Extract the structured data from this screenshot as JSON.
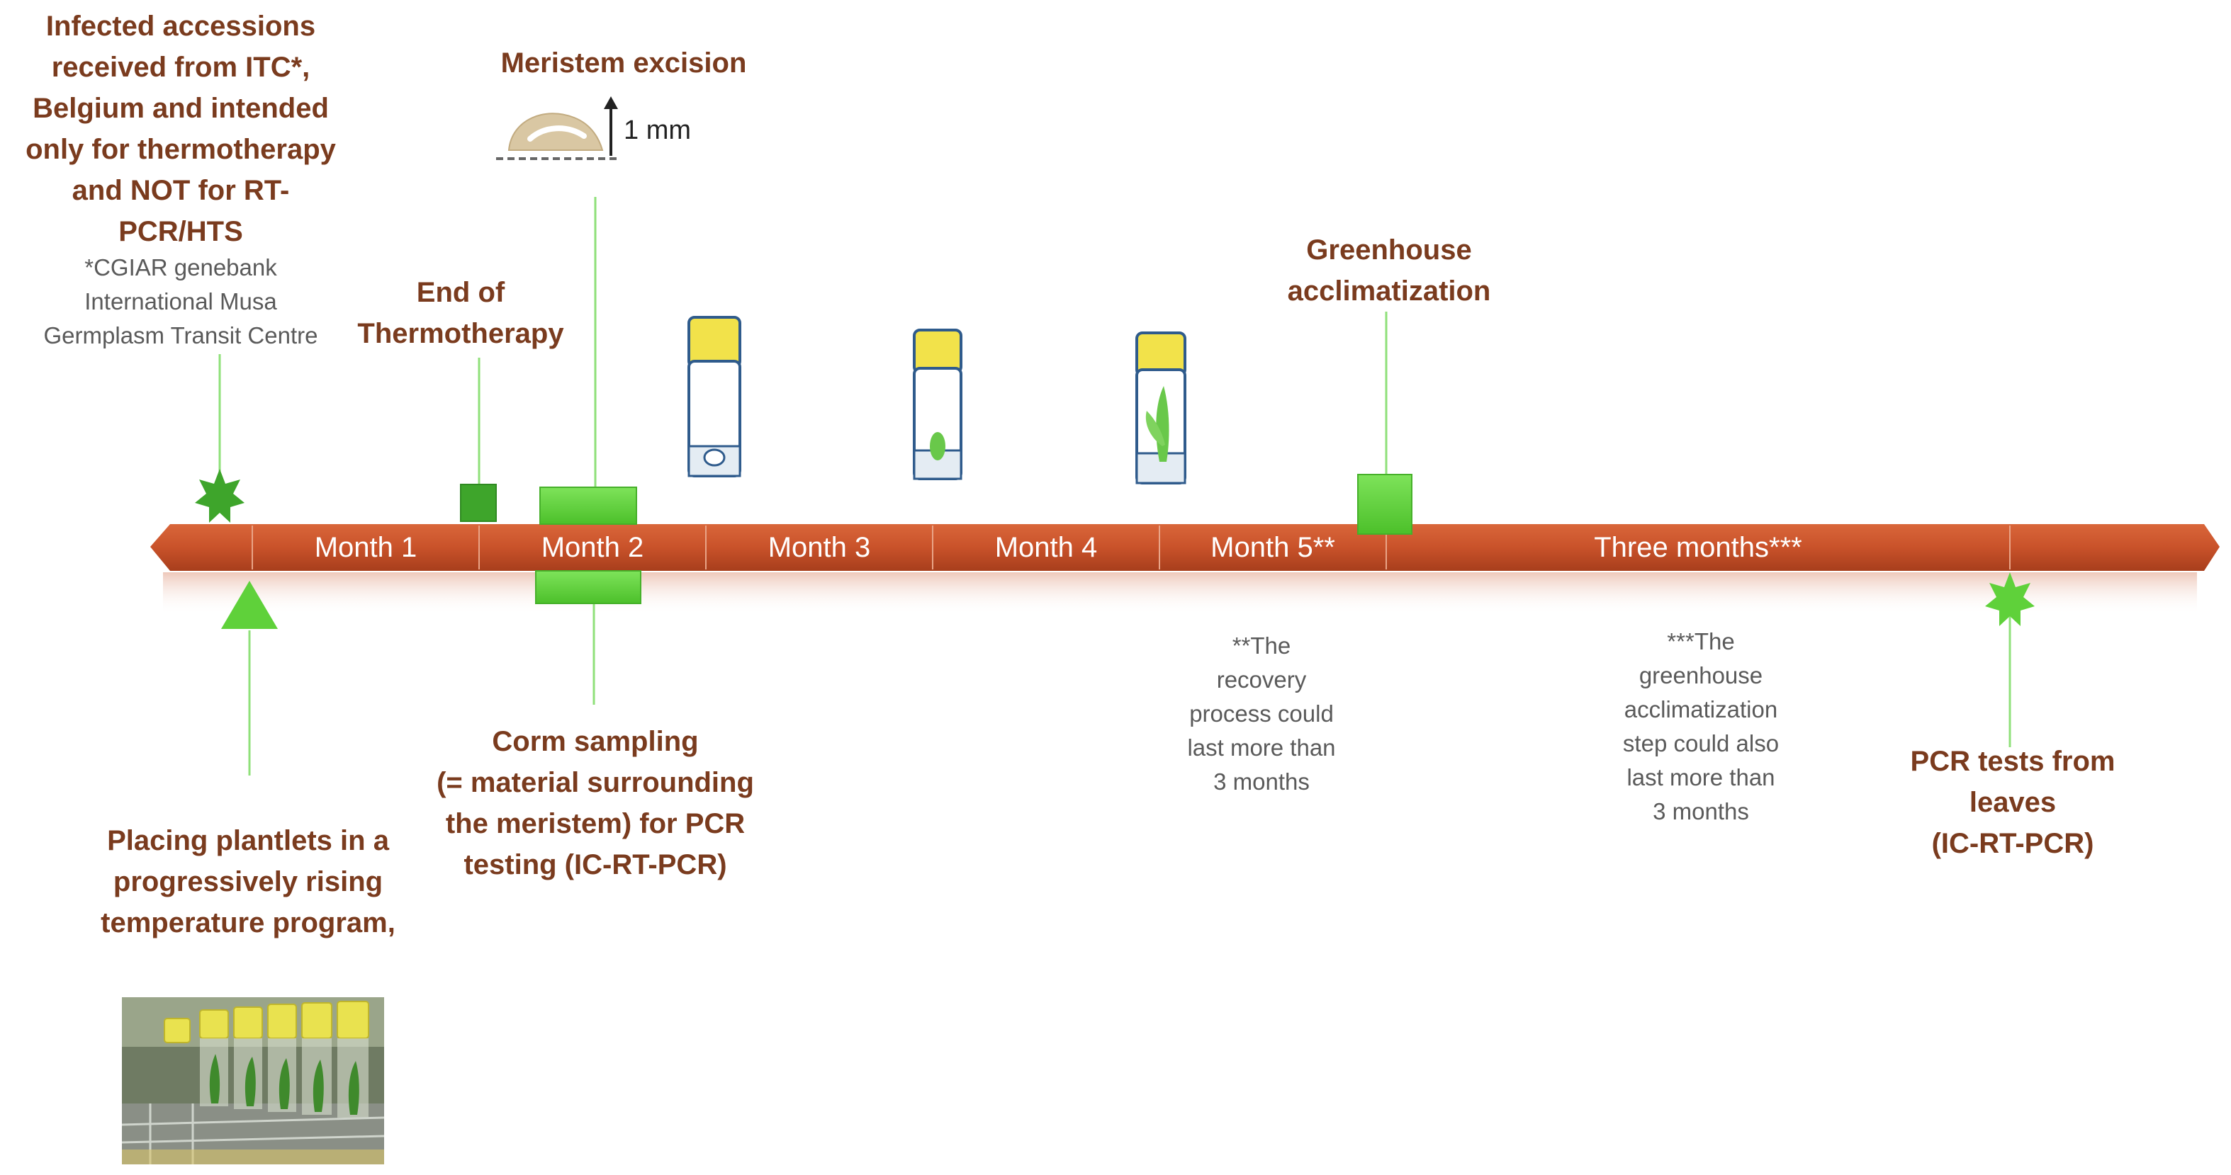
{
  "colors": {
    "timeline": "#c9522a",
    "timeline_dark": "#a83e1c",
    "marker_green": "#5fd13a",
    "marker_dark_green": "#3ea52b",
    "connector": "#8fe07a",
    "title_text": "#7a3b1e",
    "note_text": "#5a5a5a",
    "vial_cap": "#f2e24a",
    "vial_outline": "#2f5b8c"
  },
  "timeline": {
    "segments": [
      "Month 1",
      "Month 2",
      "Month 3",
      "Month 4",
      "Month 5**",
      "Three months***"
    ]
  },
  "events": {
    "infected": {
      "title": "Infected accessions\nreceived from ITC*,\nBelgium and intended\nonly for thermotherapy\nand NOT for RT-\nPCR/HTS",
      "note": "*CGIAR genebank\nInternational Musa\nGermplasm Transit Centre",
      "marker": "star"
    },
    "end_thermo": {
      "title": "End of\nThermotherapy",
      "marker": "square"
    },
    "meristem": {
      "title": "Meristem excision",
      "scale_label": "1 mm",
      "marker": "rectangle"
    },
    "greenhouse": {
      "title": "Greenhouse\nacclimatization",
      "marker": "square"
    },
    "placing": {
      "title": "Placing plantlets in a\nprogressively rising\ntemperature program,",
      "marker": "triangle"
    },
    "corm": {
      "title": "Corm sampling\n(= material surrounding\nthe meristem) for PCR\ntesting (IC-RT-PCR)",
      "marker": "rectangle"
    },
    "pcr_leaves": {
      "title": "PCR tests from\nleaves\n(IC-RT-PCR)",
      "marker": "star"
    }
  },
  "notes": {
    "recovery": "**The\nrecovery\nprocess could\nlast  more than\n3 months",
    "greenhouse_step": "***The\ngreenhouse\nacclimatization\nstep could also\nlast  more than\n3 months"
  },
  "icons": {
    "vials": [
      "culture-vial-icon",
      "culture-vial-shoot-icon",
      "culture-vial-plant-icon"
    ],
    "meristem": "meristem-dome-icon",
    "photo": "plantlet-rack-photo"
  }
}
